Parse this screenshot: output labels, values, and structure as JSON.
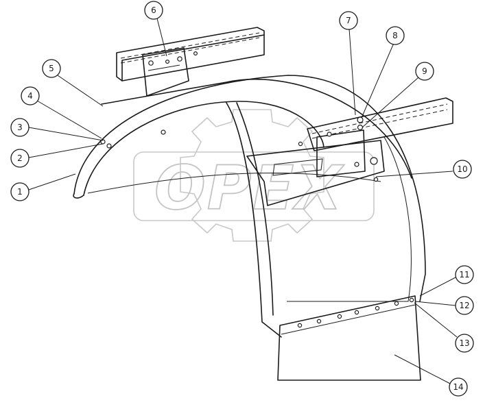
{
  "watermark": {
    "text": "OPEX"
  },
  "callouts": [
    {
      "id": "1",
      "label": "1"
    },
    {
      "id": "2",
      "label": "2"
    },
    {
      "id": "3",
      "label": "3"
    },
    {
      "id": "4",
      "label": "4"
    },
    {
      "id": "5",
      "label": "5"
    },
    {
      "id": "6",
      "label": "6"
    },
    {
      "id": "7",
      "label": "7"
    },
    {
      "id": "8",
      "label": "8"
    },
    {
      "id": "9",
      "label": "9"
    },
    {
      "id": "10",
      "label": "10"
    },
    {
      "id": "11",
      "label": "11"
    },
    {
      "id": "12",
      "label": "12"
    },
    {
      "id": "13",
      "label": "13"
    },
    {
      "id": "14",
      "label": "14"
    }
  ]
}
